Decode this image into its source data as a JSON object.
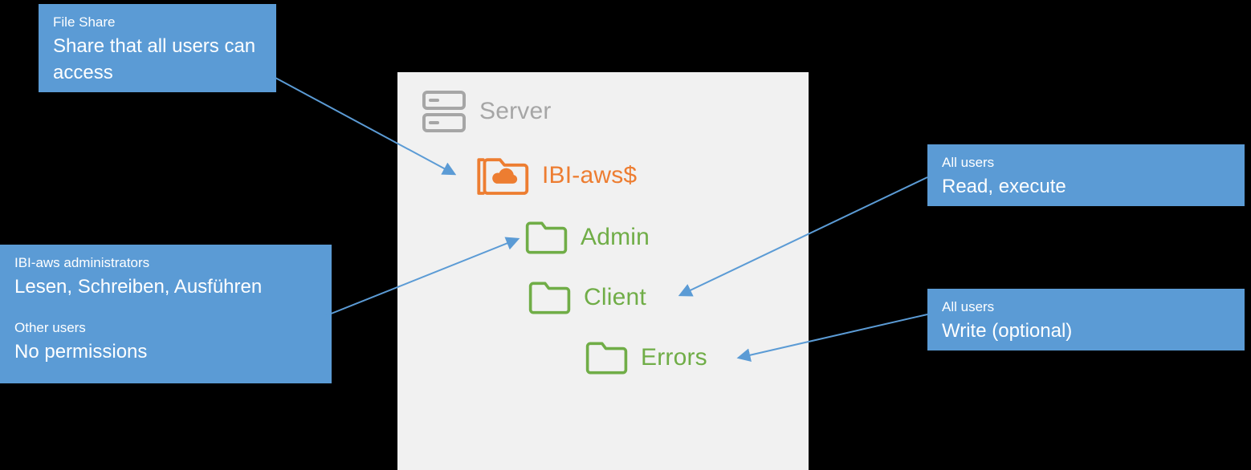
{
  "colors": {
    "background": "#000000",
    "callout_blue": "#5B9BD5",
    "panel_gray": "#F1F1F1",
    "server_gray": "#A6A6A6",
    "share_orange": "#ED7D31",
    "folder_green": "#70AD47"
  },
  "callouts": {
    "file_share": {
      "title": "File Share",
      "body": "Share that all users can access"
    },
    "admin_permissions": {
      "title": "IBI-aws administrators",
      "body": "Lesen, Schreiben, Ausführen",
      "title2": "Other users",
      "body2": "No permissions"
    },
    "read_permissions": {
      "title": "All users",
      "body": "Read, execute"
    },
    "write_permissions": {
      "title": "All users",
      "body": "Write (optional)"
    }
  },
  "tree": {
    "server_label": "Server",
    "share_label": "IBI-aws$",
    "folders": [
      {
        "label": "Admin"
      },
      {
        "label": "Client"
      },
      {
        "label": "Errors"
      }
    ]
  }
}
